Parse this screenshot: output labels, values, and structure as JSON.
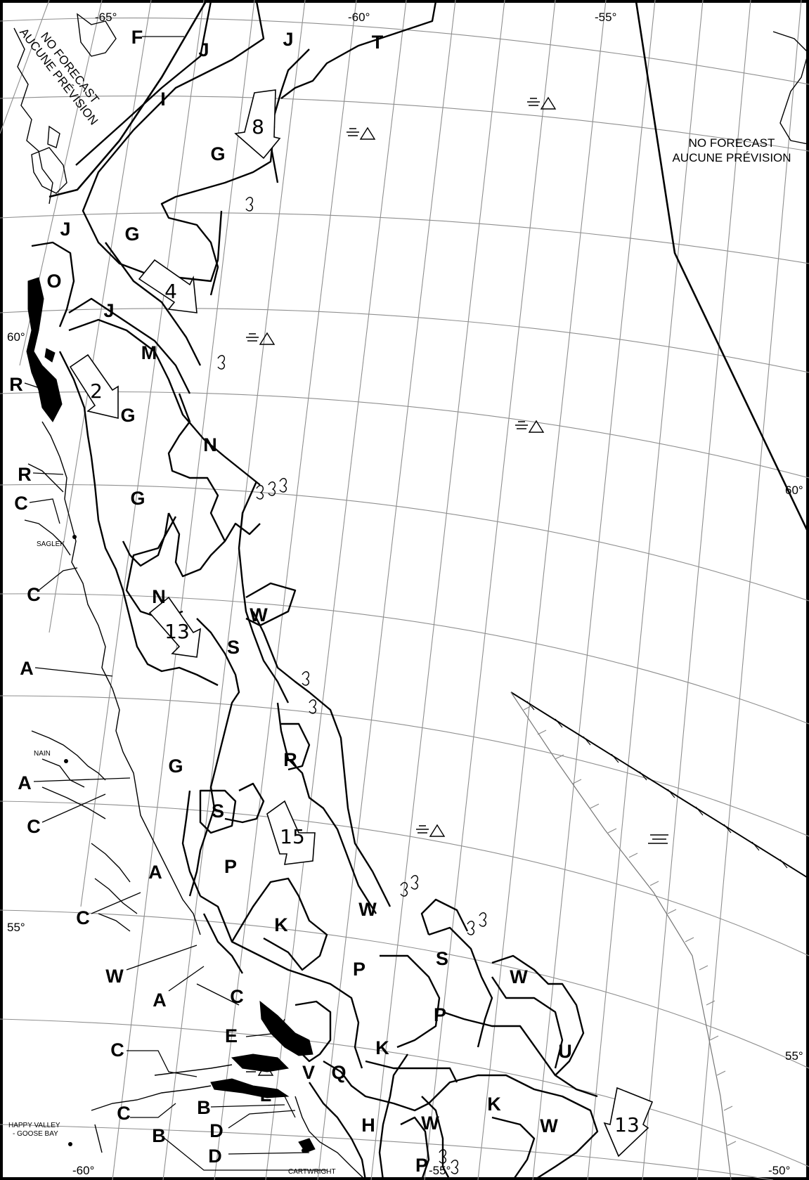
{
  "labels": {
    "F": "F",
    "I": "I",
    "J1": "J",
    "J2": "J",
    "J3": "J",
    "J4": "J",
    "T": "T",
    "G1": "G",
    "G2": "G",
    "G3": "G",
    "G4": "G",
    "G5": "G",
    "O": "O",
    "M": "M",
    "R1": "R",
    "R2": "R",
    "R3": "R",
    "C1": "C",
    "C2": "C",
    "C3": "C",
    "C4": "C",
    "C5": "C",
    "C6": "C",
    "C7": "C",
    "N1": "N",
    "N2": "N",
    "W1": "W",
    "W2": "W",
    "W3": "W",
    "W4": "W",
    "W5": "W",
    "W6": "W",
    "S1": "S",
    "S2": "S",
    "S3": "S",
    "A1": "A",
    "A2": "A",
    "A3": "A",
    "A4": "A",
    "P1": "P",
    "P2": "P",
    "P3": "P",
    "P4": "P",
    "K1": "K",
    "K2": "K",
    "K3": "K",
    "E": "E",
    "U": "U",
    "V": "V",
    "Q": "Q",
    "L": "L",
    "B1": "B",
    "B2": "B",
    "D1": "D",
    "D2": "D",
    "H": "H"
  },
  "drift_arrows": {
    "a8": "8",
    "a4": "4",
    "a2": "2",
    "a13": "13",
    "a15": "15",
    "a13b": "13"
  },
  "degrees": {
    "lon65": "-65°",
    "lon60_top": "-60°",
    "lon55_top": "-55°",
    "lat60_left": "60°",
    "lat60_right": "60°",
    "lat55_left": "55°",
    "lat55_right": "55°",
    "lon60_bottom": "-60°",
    "lon55_bottom": "-55°",
    "lon50_bottom": "-50°"
  },
  "no_forecast": {
    "left_line1": "NO FORECAST",
    "left_line2": "AUCUNE PRÉVISION",
    "right_line1": "NO FORECAST",
    "right_line2": "AUCUNE PRÉVISION"
  },
  "places": {
    "saglek": "SAGLEK",
    "nain": "NAIN",
    "hv_line1": "HAPPY VALLEY",
    "hv_line2": "- GOOSE BAY",
    "cartwright": "CARTWRIGHT"
  },
  "icons": {
    "iceberg": "iceberg-triangle-icon",
    "bergy": "bergy-water-icon",
    "ridge": "ice-edge-ridge-icon"
  }
}
